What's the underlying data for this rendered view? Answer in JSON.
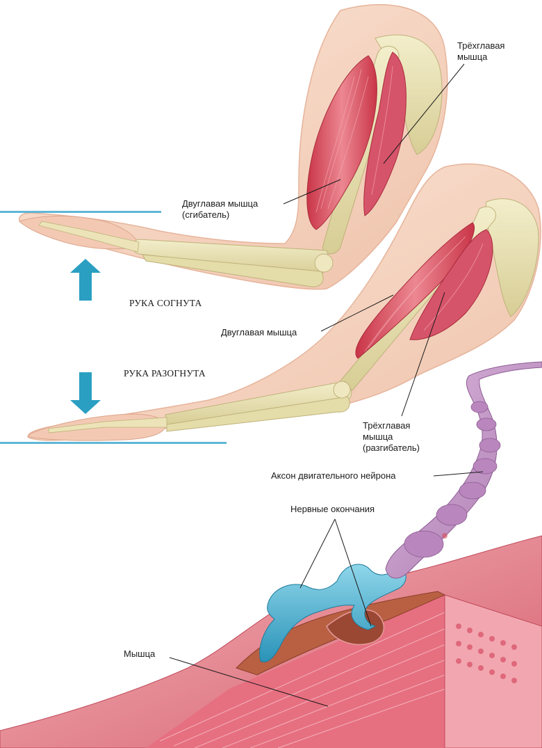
{
  "labels": {
    "triceps_top": [
      "Трёхглавая",
      "мышца"
    ],
    "biceps_flexor": [
      "Двуглавая мышца",
      "(сгибатель)"
    ],
    "arm_bent": "РУКА СОГНУТА",
    "biceps": "Двуглавая мышца",
    "arm_extended": "РУКА РАЗОГНУТА",
    "triceps_extensor": [
      "Трёхглавая",
      "мышца",
      "(разгибатель)"
    ],
    "motor_axon": "Аксон двигательного нейрона",
    "nerve_endings": "Нервные окончания",
    "muscle": "Мышца"
  },
  "colors": {
    "skin": "#f6d7c4",
    "bone": "#e9e2b6",
    "muscle": "#d94c5e",
    "arrow": "#2a9fc2",
    "nerve_blue": "#3fb0d0",
    "axon": "#c79bc8",
    "muscle_tissue": "#e58c97"
  }
}
